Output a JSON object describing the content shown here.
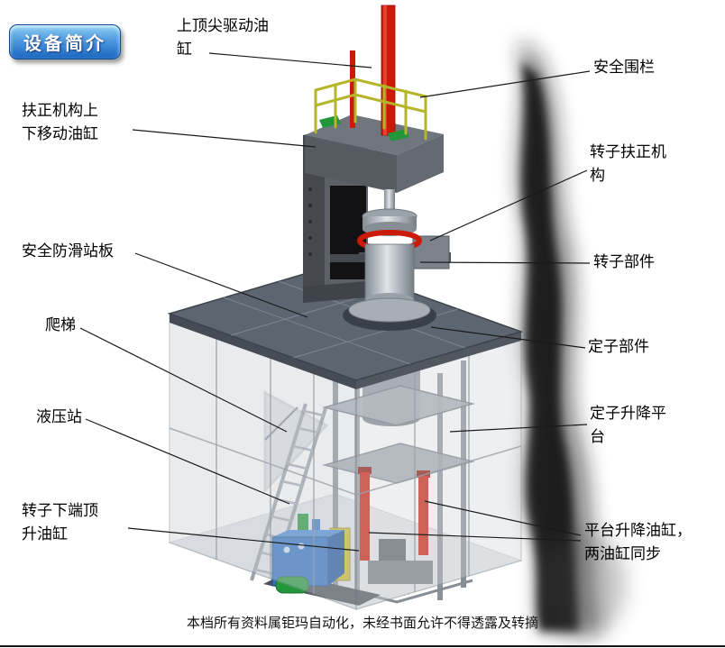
{
  "badge": {
    "label": "设备简介"
  },
  "callouts": {
    "top_tip_cylinder": {
      "text": "上顶尖驱动油\n缸"
    },
    "safety_fence": {
      "text": "安全围栏"
    },
    "centering_move_cylinder": {
      "text": "扶正机构上\n下移动油缸"
    },
    "rotor_centering": {
      "text": "转子扶正机\n构"
    },
    "antislip_board": {
      "text": "安全防滑站板"
    },
    "rotor_parts": {
      "text": "转子部件"
    },
    "ladder": {
      "text": "爬梯"
    },
    "stator_parts": {
      "text": "定子部件"
    },
    "hydraulic_station": {
      "text": "液压站"
    },
    "stator_lift_platform": {
      "text": "定子升降平\n台"
    },
    "rotor_bottom_jack": {
      "text": "转子下端顶\n升油缸"
    },
    "platform_lift_cylinders": {
      "text": "平台升降油缸，\n两油缸同步"
    }
  },
  "footer": {
    "text": "本档所有资料属钜玛自动化，未经书面允许不得透露及转摘"
  },
  "colors": {
    "c-red": "#cc1a08",
    "c-yellow": "#b5b52a",
    "c-green": "#22973a",
    "c-blue-tank": "#2e6fc2",
    "c-platform": "#5d6570",
    "c-badge-top": "#8fd0f5",
    "c-badge-bottom": "#1a66c0"
  }
}
